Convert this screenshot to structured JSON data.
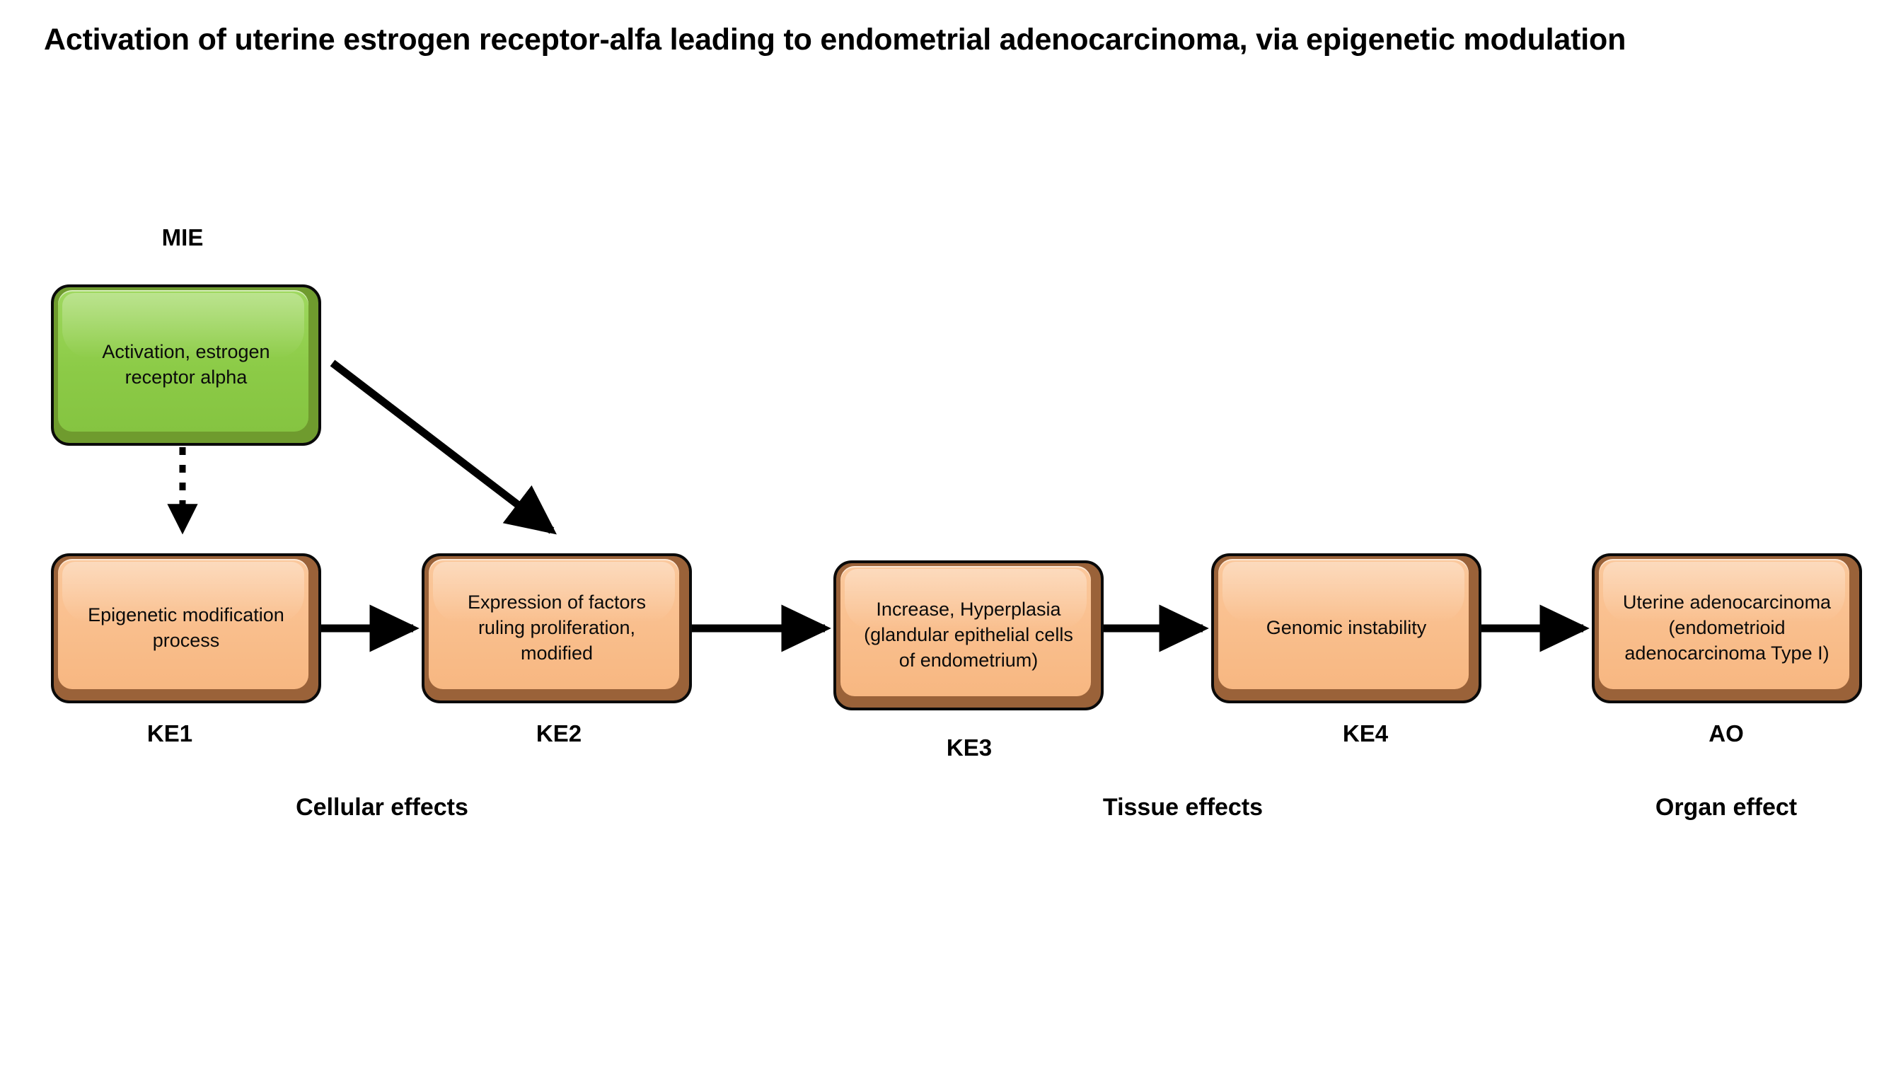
{
  "title": "Activation of uterine estrogen receptor-alfa leading to endometrial adenocarcinoma, via epigenetic modulation",
  "colors": {
    "mie_fill": "#8CCB47",
    "mie_bevel": "#6F9B2E",
    "ke_fill": "#F9BE8C",
    "ke_bevel": "#9A6239",
    "outline": "#0A0A0A",
    "arrow": "#000000",
    "background": "#FFFFFF"
  },
  "nodes": [
    {
      "id": "mie",
      "tag": "MIE",
      "tag_position": "above",
      "text": "Activation, estrogen\nreceptor alpha",
      "type": "molecular-initiating-event",
      "fill": "#8CCB47"
    },
    {
      "id": "ke1",
      "tag": "KE1",
      "tag_position": "below",
      "text": "Epigenetic modification\nprocess",
      "type": "key-event",
      "fill": "#F9BE8C"
    },
    {
      "id": "ke2",
      "tag": "KE2",
      "tag_position": "below",
      "text": "Expression of factors\nruling proliferation,\nmodified",
      "type": "key-event",
      "fill": "#F9BE8C"
    },
    {
      "id": "ke3",
      "tag": "KE3",
      "tag_position": "below",
      "text": "Increase, Hyperplasia\n(glandular epithelial cells\nof endometrium)",
      "type": "key-event",
      "fill": "#F9BE8C"
    },
    {
      "id": "ke4",
      "tag": "KE4",
      "tag_position": "below",
      "text": "Genomic instability",
      "type": "key-event",
      "fill": "#F9BE8C"
    },
    {
      "id": "ao",
      "tag": "AO",
      "tag_position": "below",
      "text": "Uterine adenocarcinoma\n(endometrioid\nadenocarcinoma Type I)",
      "type": "adverse-outcome",
      "fill": "#F9BE8C"
    }
  ],
  "level_labels": [
    {
      "id": "cellular",
      "text": "Cellular effects"
    },
    {
      "id": "tissue",
      "text": "Tissue effects"
    },
    {
      "id": "organ",
      "text": "Organ effect"
    }
  ],
  "edges": [
    {
      "from": "mie",
      "to": "ke1",
      "style": "dotted",
      "arrowhead": "solid-triangle"
    },
    {
      "from": "mie",
      "to": "ke2",
      "style": "solid",
      "arrowhead": "solid-triangle"
    },
    {
      "from": "ke1",
      "to": "ke2",
      "style": "solid",
      "arrowhead": "solid-triangle"
    },
    {
      "from": "ke2",
      "to": "ke3",
      "style": "solid",
      "arrowhead": "solid-triangle"
    },
    {
      "from": "ke3",
      "to": "ke4",
      "style": "solid",
      "arrowhead": "solid-triangle"
    },
    {
      "from": "ke4",
      "to": "ao",
      "style": "solid",
      "arrowhead": "solid-triangle"
    }
  ]
}
